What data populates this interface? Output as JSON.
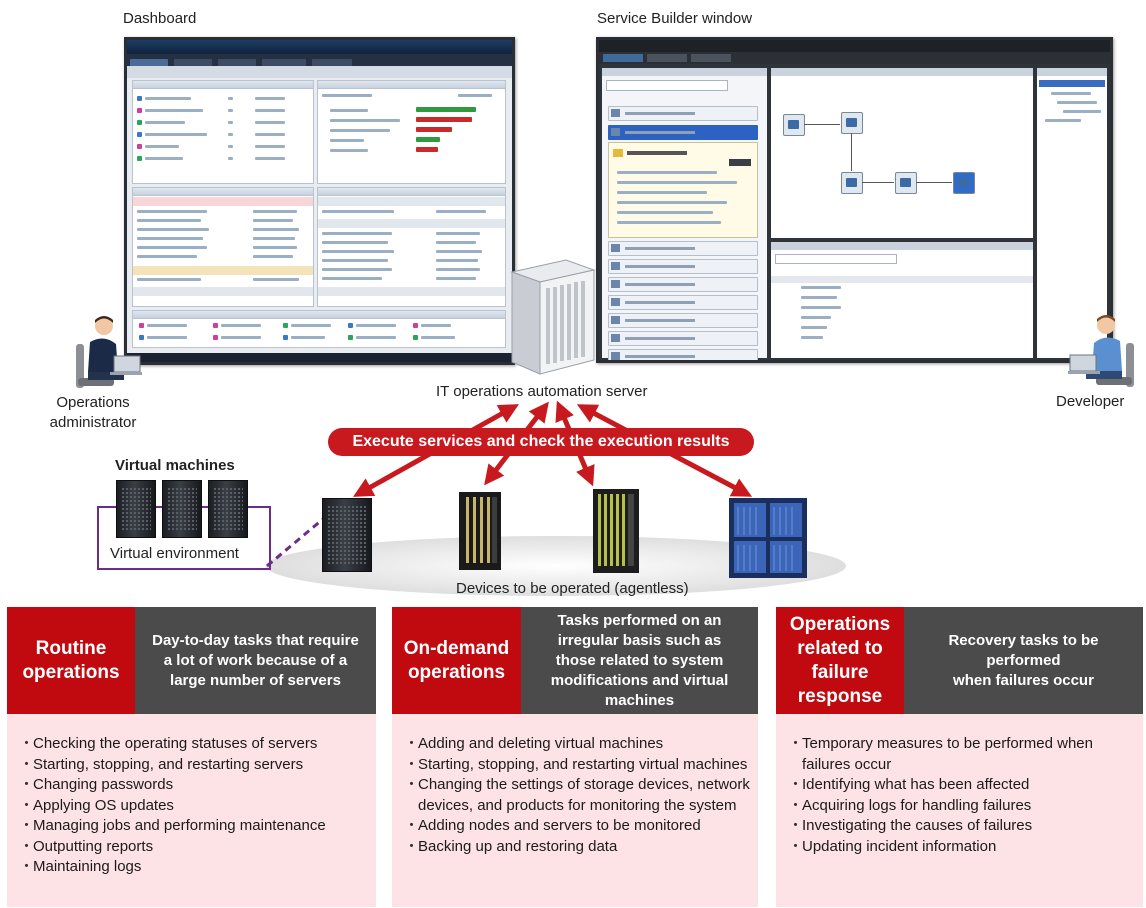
{
  "captions": {
    "dashboard": "Dashboard",
    "service_builder": "Service Builder window",
    "server": "IT operations automation server",
    "operations_admin": [
      "Operations",
      "administrator"
    ],
    "developer": "Developer",
    "virtual_machines": "Virtual machines",
    "virtual_environment": "Virtual environment",
    "devices": "Devices to be operated (agentless)"
  },
  "banner": "Execute services and check the execution results",
  "colors": {
    "red": "#c00a10",
    "banner_red": "#c8191f",
    "dark_gray": "#4b4b4b",
    "pink": "#fde3e6",
    "purple": "#6c2d8a"
  },
  "icons": [
    "person-at-laptop-icon",
    "server-tower-icon",
    "rack-server-icon",
    "storage-array-icon",
    "blade-server-icon",
    "arrow-icon"
  ],
  "categories": [
    {
      "title": [
        "Routine",
        "operations"
      ],
      "description": [
        "Day-to-day tasks that require",
        "a lot of work because of a",
        "large number of servers"
      ],
      "items": [
        "Checking the operating statuses of servers",
        "Starting, stopping, and restarting servers",
        "Changing passwords",
        "Applying OS updates",
        "Managing jobs and performing maintenance",
        "Outputting reports",
        "Maintaining logs"
      ]
    },
    {
      "title": [
        "On-demand",
        "operations"
      ],
      "description": [
        "Tasks performed on an",
        "irregular basis such as",
        "those related to system",
        "modifications and virtual",
        "machines"
      ],
      "items": [
        "Adding and deleting virtual machines",
        "Starting, stopping, and restarting virtual machines",
        "Changing the settings of storage devices, network devices, and products for monitoring the system",
        "Adding nodes and servers to be monitored",
        "Backing up and restoring data"
      ]
    },
    {
      "title": [
        "Operations",
        "related to",
        "failure",
        "response"
      ],
      "description": [
        "Recovery tasks to be",
        "performed",
        "when failures occur"
      ],
      "items": [
        "Temporary measures to be performed when failures occur",
        "Identifying what has been affected",
        "Acquiring logs for handling failures",
        "Investigating the causes of failures",
        "Updating incident information"
      ]
    }
  ]
}
